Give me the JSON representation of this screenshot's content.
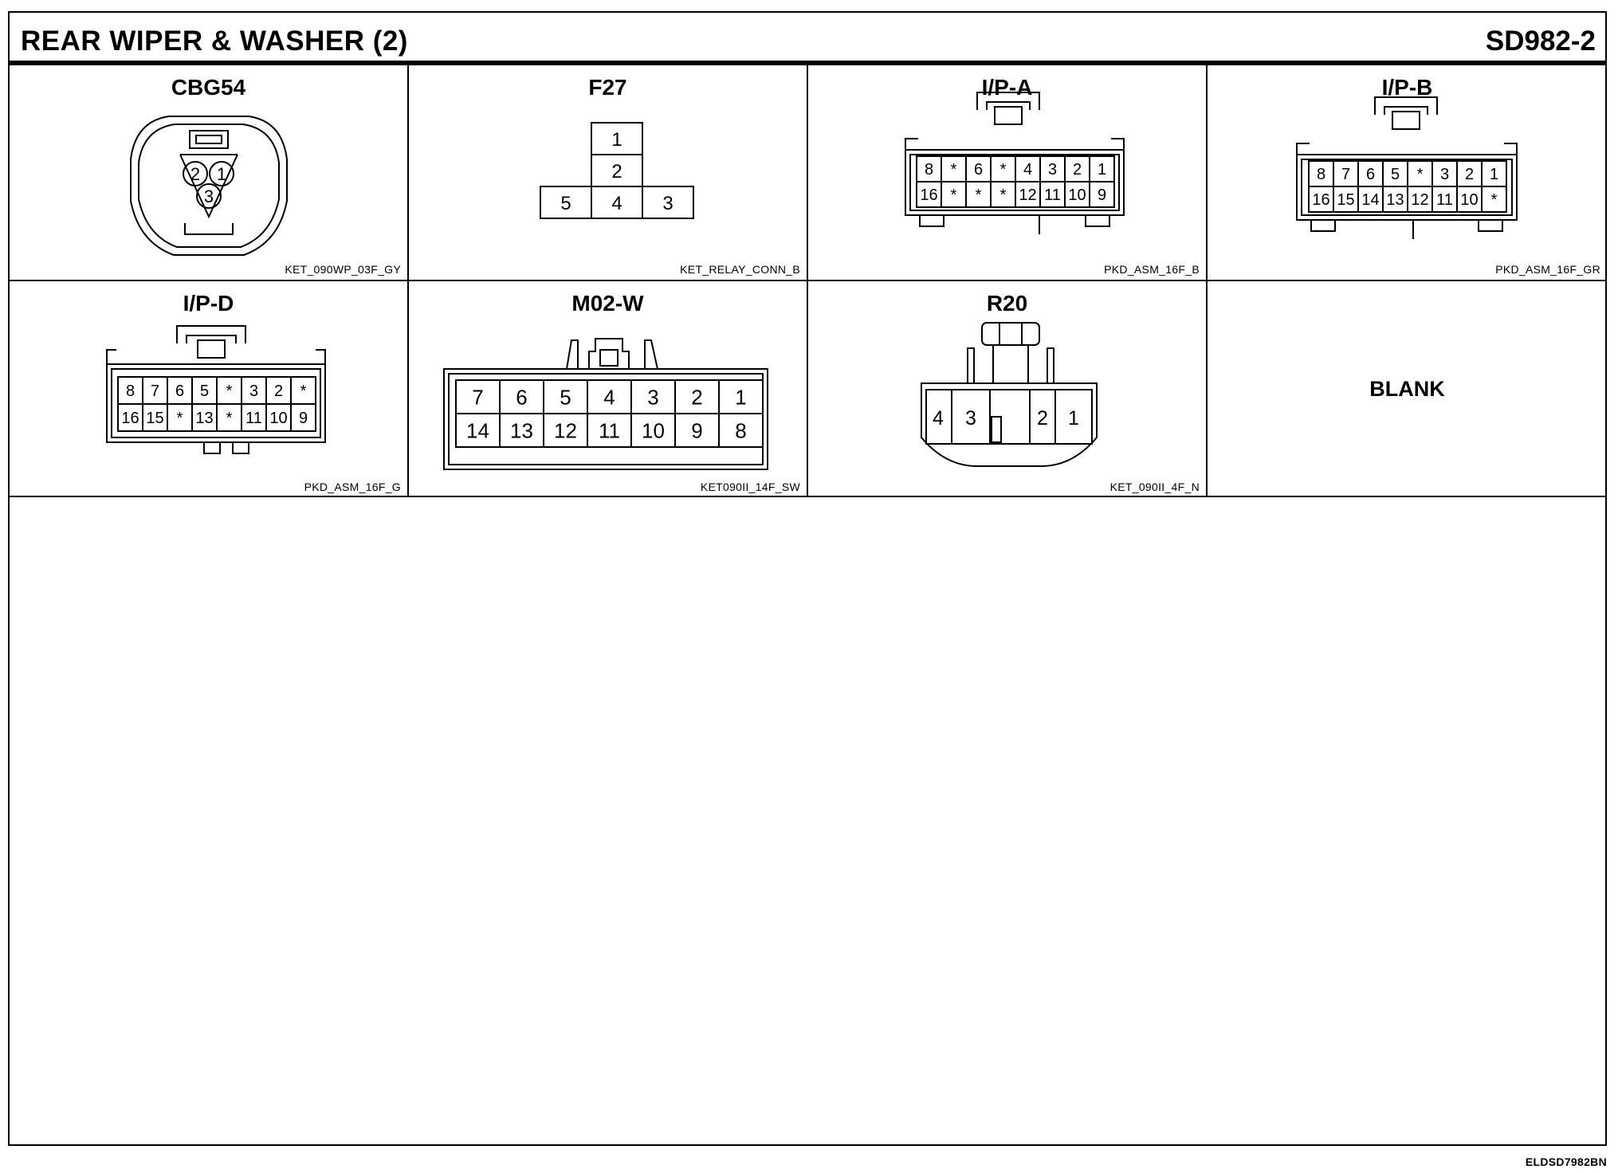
{
  "header": {
    "title": "REAR WIPER & WASHER (2)",
    "code": "SD982-2"
  },
  "connectors": [
    {
      "name": "CBG54",
      "part": "KET_090WP_03F_GY",
      "pins": [
        "1",
        "2",
        "3"
      ]
    },
    {
      "name": "F27",
      "part": "KET_RELAY_CONN_B",
      "pins": [
        "1",
        "2",
        "3",
        "4",
        "5"
      ]
    },
    {
      "name": "I/P-A",
      "part": "PKD_ASM_16F_B",
      "top_row": [
        "8",
        "*",
        "6",
        "*",
        "4",
        "3",
        "2",
        "1"
      ],
      "bottom_row": [
        "16",
        "*",
        "*",
        "*",
        "12",
        "11",
        "10",
        "9"
      ]
    },
    {
      "name": "I/P-B",
      "part": "PKD_ASM_16F_GR",
      "top_row": [
        "8",
        "7",
        "6",
        "5",
        "*",
        "3",
        "2",
        "1"
      ],
      "bottom_row": [
        "16",
        "15",
        "14",
        "13",
        "12",
        "11",
        "10",
        "*"
      ]
    },
    {
      "name": "I/P-D",
      "part": "PKD_ASM_16F_G",
      "top_row": [
        "8",
        "7",
        "6",
        "5",
        "*",
        "3",
        "2",
        "*"
      ],
      "bottom_row": [
        "16",
        "15",
        "*",
        "13",
        "*",
        "11",
        "10",
        "9"
      ]
    },
    {
      "name": "M02-W",
      "part": "KET090II_14F_SW",
      "top_row": [
        "7",
        "6",
        "5",
        "4",
        "3",
        "2",
        "1"
      ],
      "bottom_row": [
        "14",
        "13",
        "12",
        "11",
        "10",
        "9",
        "8"
      ]
    },
    {
      "name": "R20",
      "part": "KET_090II_4F_N",
      "pins": [
        "4",
        "3",
        "2",
        "1"
      ]
    }
  ],
  "blank_cell": {
    "label": "BLANK"
  },
  "footer": {
    "doc_id": "ELDSD7982BN"
  }
}
